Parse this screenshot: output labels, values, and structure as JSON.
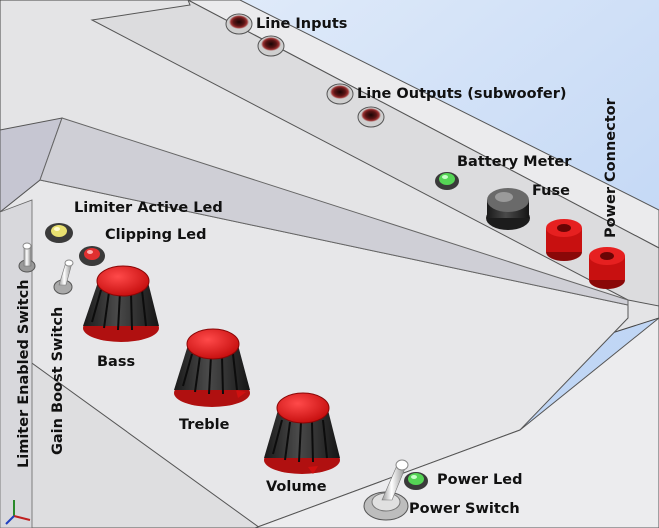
{
  "labels": {
    "line_inputs": "Line Inputs",
    "line_outputs": "Line Outputs (subwoofer)",
    "battery_meter": "Battery Meter",
    "fuse": "Fuse",
    "power_connector": "Power Connector",
    "limiter_active_led": "Limiter Active Led",
    "clipping_led": "Clipping Led",
    "limiter_enabled_switch": "Limiter Enabled Switch",
    "gain_boost_switch": "Gain Boost Switch",
    "bass": "Bass",
    "treble": "Treble",
    "volume": "Volume",
    "power_led": "Power Led",
    "power_switch": "Power Switch"
  },
  "colors": {
    "sky": "#c4d8f6",
    "panel": "#e6e6e8",
    "knob_red": "#e01818",
    "knob_black": "#2a2a2a",
    "led_green": "#55d455",
    "led_yellow": "#e8e070",
    "led_red": "#e03030"
  },
  "icons": {
    "axis_triad": "xyz-axis-triad-icon"
  }
}
